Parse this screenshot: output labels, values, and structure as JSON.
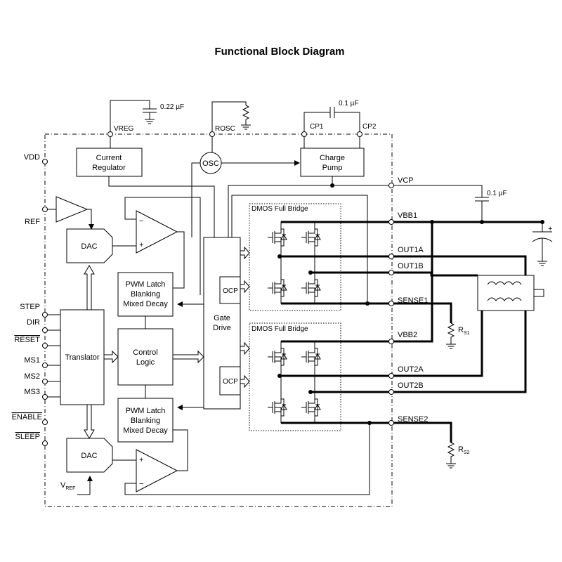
{
  "title": "Functional Block Diagram",
  "pins_left": {
    "vdd": "VDD",
    "ref": "REF",
    "step": "STEP",
    "dir": "DIR",
    "reset": "RESET",
    "ms1": "MS1",
    "ms2": "MS2",
    "ms3": "MS3",
    "enable": "ENABLE",
    "sleep": "SLEEP"
  },
  "pins_top": {
    "vreg": "VREG",
    "rosc": "ROSC",
    "cp1": "CP1",
    "cp2": "CP2"
  },
  "pins_right": {
    "vcp": "VCP",
    "vbb1": "VBB1",
    "out1a": "OUT1A",
    "out1b": "OUT1B",
    "sense1": "SENSE1",
    "vbb2": "VBB2",
    "out2a": "OUT2A",
    "out2b": "OUT2B",
    "sense2": "SENSE2"
  },
  "components": {
    "cap_vreg": "0.22 µF",
    "cap_cp": "0.1 µF",
    "cap_vcp": "0.1 µF",
    "rs1": "R",
    "rs1_sub": "S1",
    "rs2": "R",
    "rs2_sub": "S2",
    "vref": "V",
    "vref_sub": "REF"
  },
  "blocks": {
    "current_regulator": [
      "Current",
      "Regulator"
    ],
    "charge_pump": [
      "Charge",
      "Pump"
    ],
    "osc": "OSC",
    "dac_top": "DAC",
    "dac_bottom": "DAC",
    "pwm_top": [
      "PWM Latch",
      "Blanking",
      "Mixed Decay"
    ],
    "pwm_bottom": [
      "PWM Latch",
      "Blanking",
      "Mixed Decay"
    ],
    "control_logic": [
      "Control",
      "Logic"
    ],
    "translator": "Translator",
    "gate_drive": [
      "Gate",
      "Drive"
    ],
    "ocp_top": "OCP",
    "ocp_bottom": "OCP",
    "bridge_top": "DMOS Full Bridge",
    "bridge_bottom": "DMOS Full Bridge"
  },
  "opamp_signs": {
    "minus": "−",
    "plus": "+"
  }
}
